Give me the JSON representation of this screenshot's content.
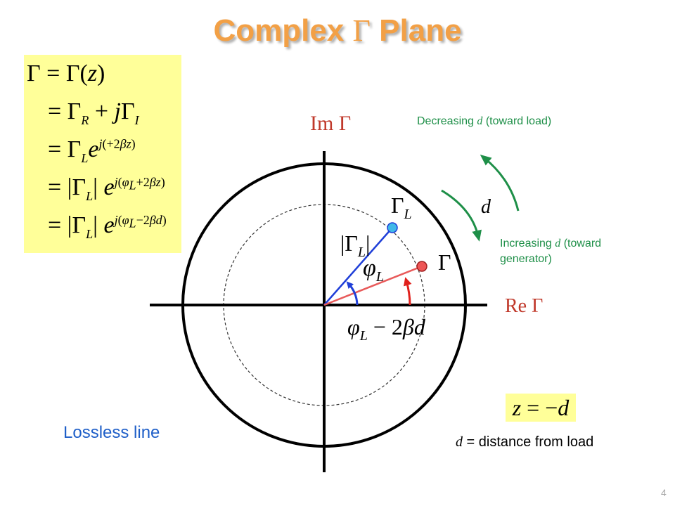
{
  "title": {
    "word1": "Complex",
    "symbol": "Γ",
    "word2": "Plane"
  },
  "equations": {
    "lhs": "Γ",
    "line1_rhs": "= Γ(z)",
    "line2": "= ΓR + jΓI",
    "line3": "= ΓL e^{j(+2βz)}",
    "line4": "= |ΓL| e^{j(φL+2βz)}",
    "line5": "= |ΓL| e^{j(φL−2βd)}"
  },
  "axes": {
    "imaginary": "Im Γ",
    "real": "Re Γ"
  },
  "labels": {
    "gamma_L": "ΓL",
    "gamma": "Γ",
    "magnitude_gamma_L": "|ΓL|",
    "phi_L": "φL",
    "phase_shifted": "φL − 2βd",
    "d_symbol": "d"
  },
  "direction": {
    "decreasing_pre": "Decreasing ",
    "decreasing_var": "d",
    "decreasing_post": " (toward load)",
    "increasing_pre": "Increasing ",
    "increasing_var": "d",
    "increasing_post": " (toward",
    "increasing_line2": "generator)"
  },
  "constraint": {
    "lhs": "z",
    "eq": " = −",
    "rhs": "d"
  },
  "notes": {
    "lossless": "Lossless line",
    "distance_var": "d",
    "distance_text": " = distance from load"
  },
  "page_number": "4",
  "colors": {
    "title": "#f2a046",
    "equation_bg": "#ffff99",
    "gamma_L_vector": "#1f3fd8",
    "gamma_vector": "#e85a5a",
    "direction_arrows": "#1e8f48",
    "axis_labels": "#c0392b",
    "lossless_text": "#1f5fc8"
  }
}
